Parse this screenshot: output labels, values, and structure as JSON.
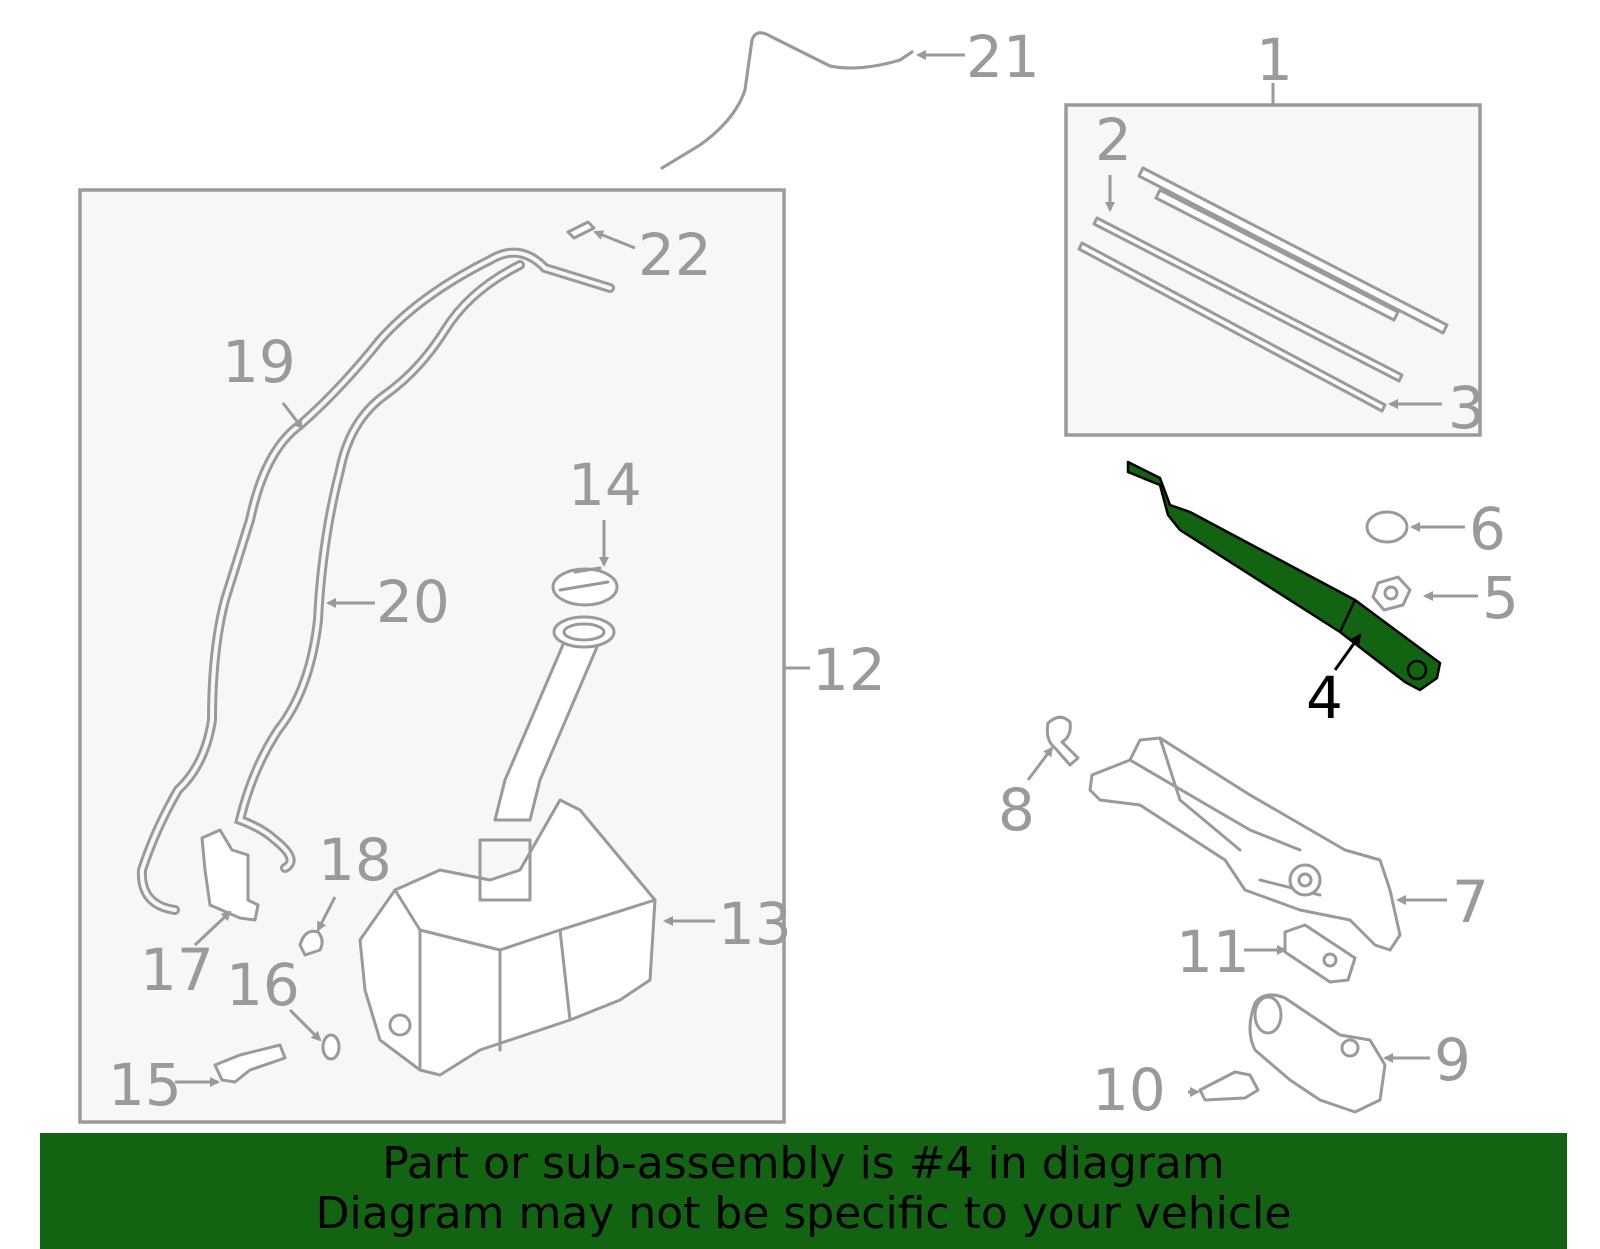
{
  "diagram": {
    "highlighted_part": "4",
    "highlight_color": "#126312",
    "callouts": {
      "c1": "1",
      "c2": "2",
      "c3": "3",
      "c4": "4",
      "c5": "5",
      "c6": "6",
      "c7": "7",
      "c8": "8",
      "c9": "9",
      "c10": "10",
      "c11": "11",
      "c12": "12",
      "c13": "13",
      "c14": "14",
      "c15": "15",
      "c16": "16",
      "c17": "17",
      "c18": "18",
      "c19": "19",
      "c20": "20",
      "c21": "21",
      "c22": "22"
    }
  },
  "banner": {
    "line1": "Part or sub-assembly is #4 in diagram",
    "line2": "Diagram may not be specific to your vehicle",
    "background": "#126312"
  }
}
